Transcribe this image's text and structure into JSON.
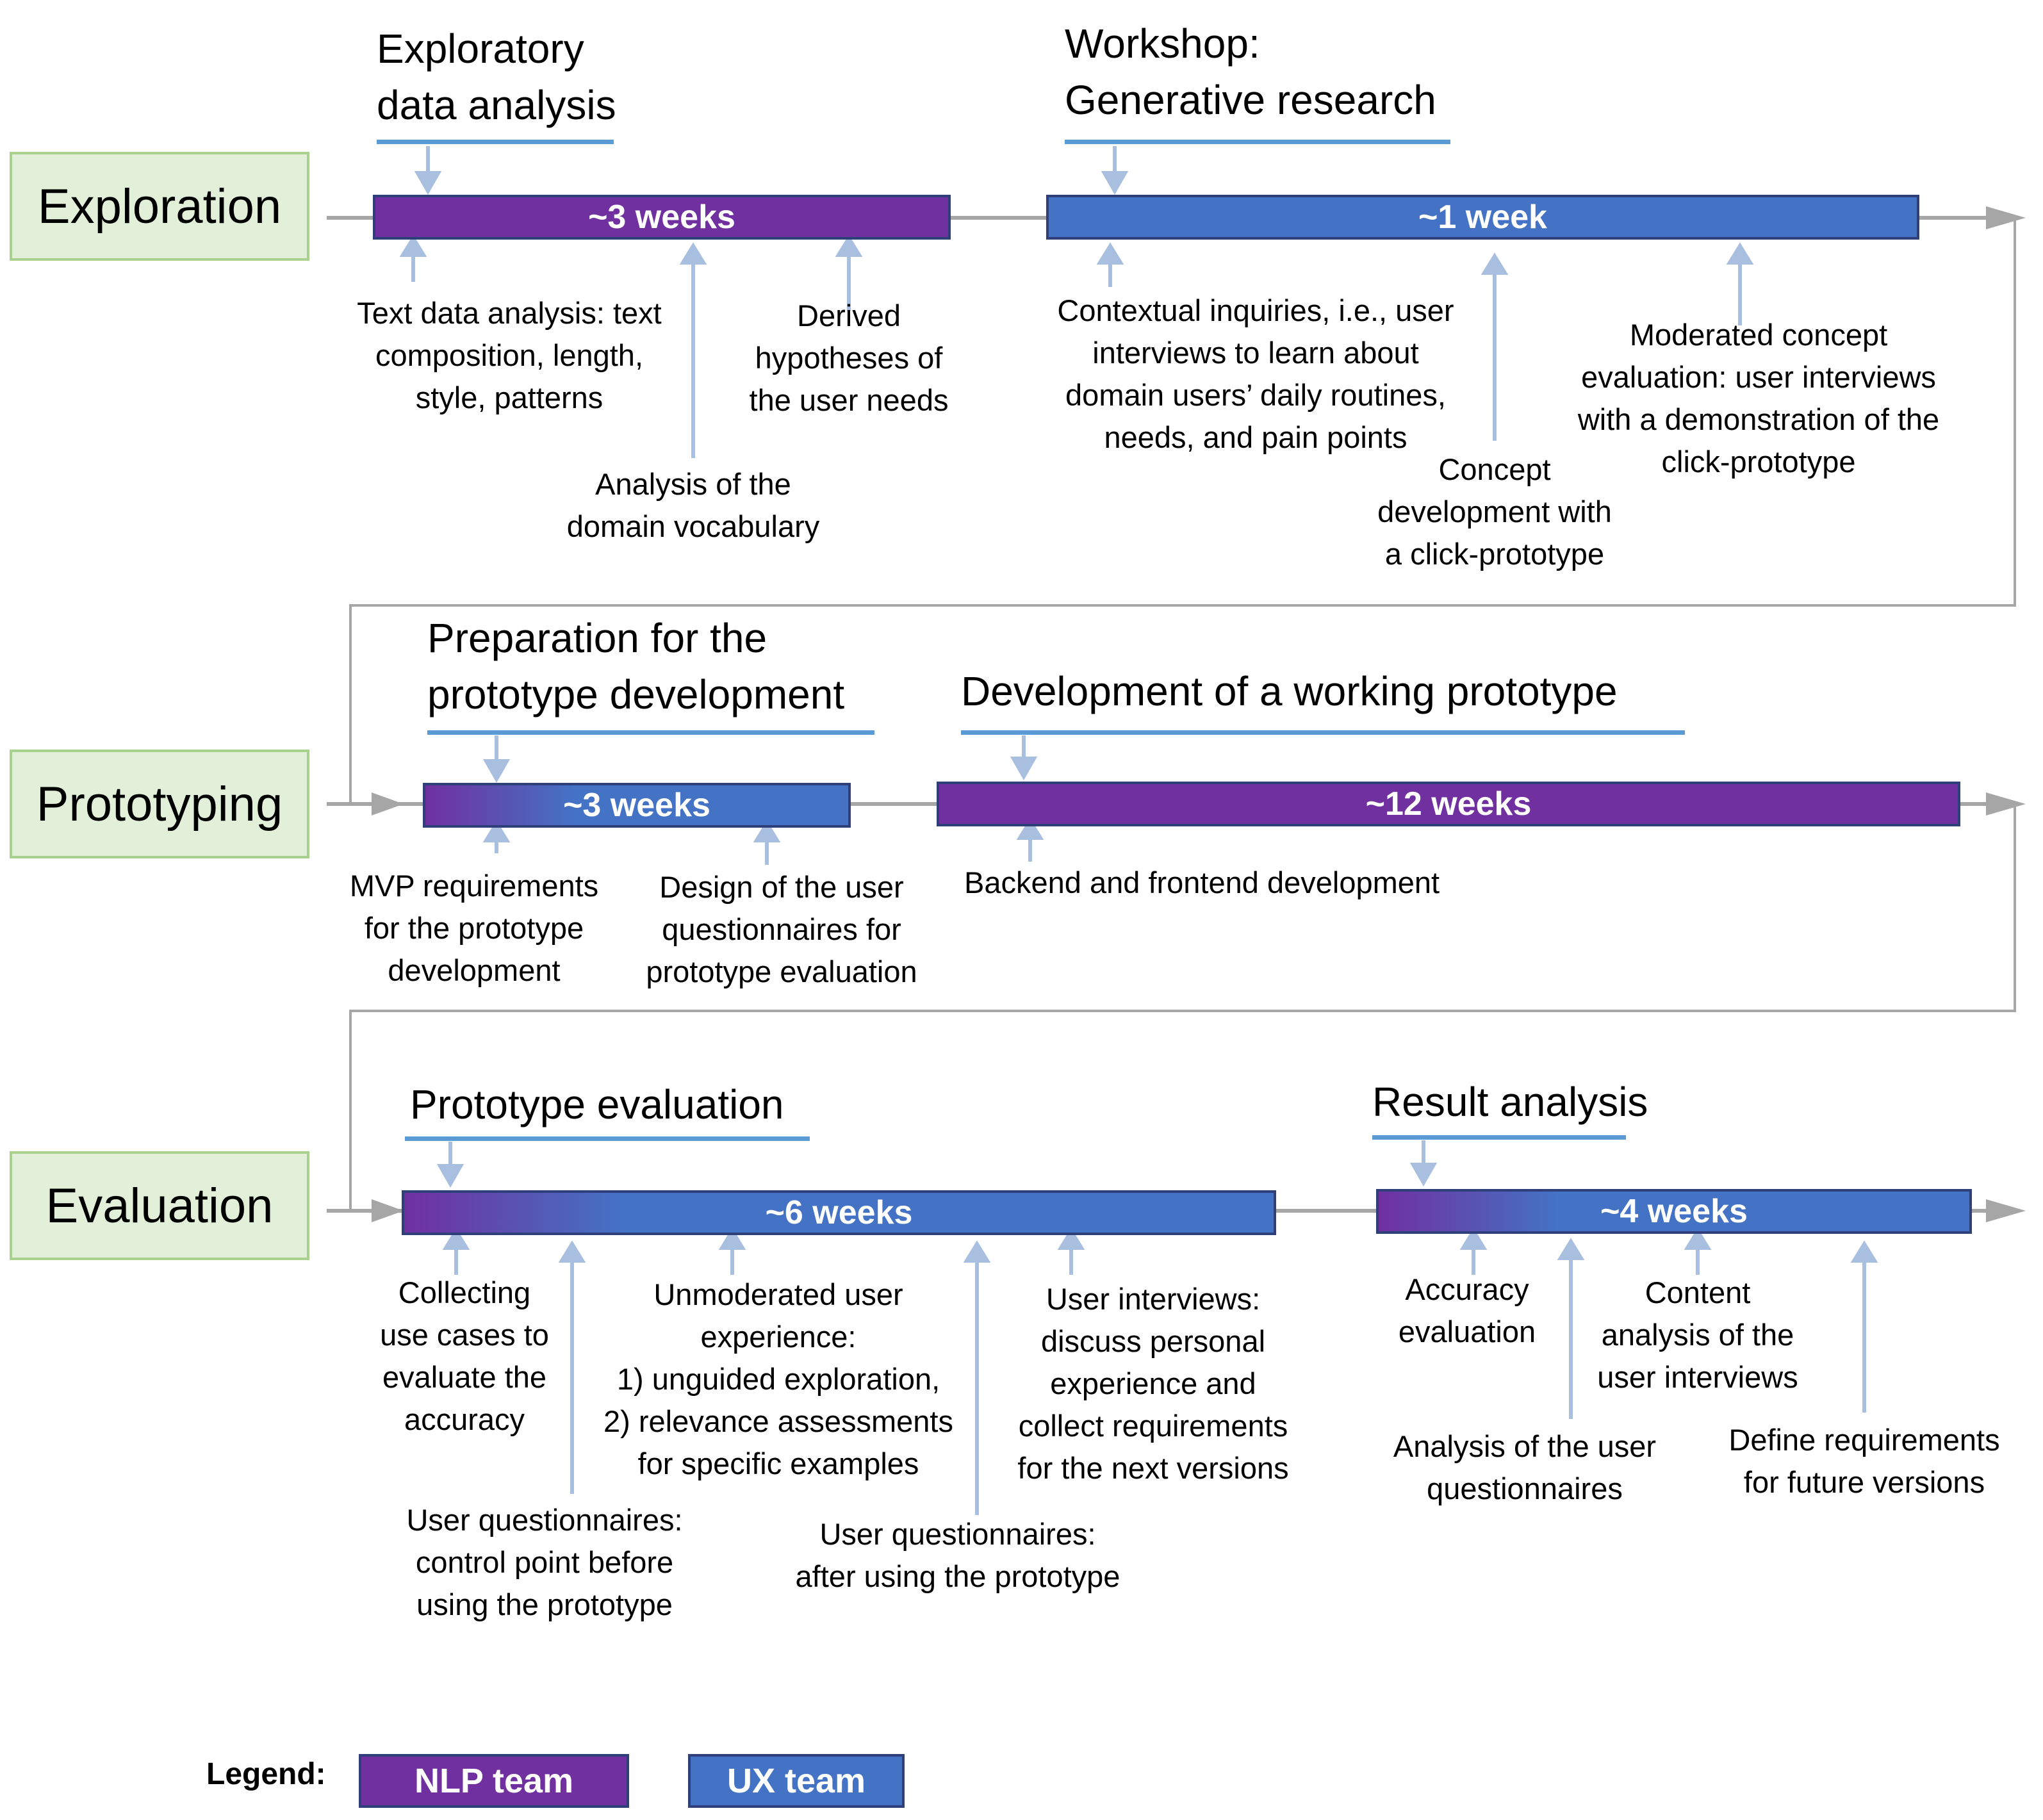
{
  "phases": {
    "exploration": "Exploration",
    "prototyping": "Prototyping",
    "evaluation": "Evaluation"
  },
  "headings": {
    "exploratory": "Exploratory\ndata analysis",
    "workshop": "Workshop:\nGenerative research",
    "preparation": "Preparation for the\nprototype development",
    "development": "Development of a working prototype",
    "prototype_eval": "Prototype evaluation",
    "result": "Result analysis"
  },
  "bars": {
    "exp_1": "~3 weeks",
    "exp_2": "~1 week",
    "proto_1": "~3 weeks",
    "proto_2": "~12 weeks",
    "eval_1": "~6 weeks",
    "eval_2": "~4 weeks"
  },
  "notes": {
    "text_analysis": "Text data analysis: text\ncomposition, length,\nstyle, patterns",
    "domain_vocab": "Analysis of the\ndomain vocabulary",
    "hypotheses": "Derived\nhypotheses of\nthe user needs",
    "contextual": "Contextual inquiries, i.e., user\ninterviews to learn about\ndomain users’ daily routines,\nneeds, and pain points",
    "concept_dev": "Concept\ndevelopment with\na click-prototype",
    "moderated": "Moderated concept\nevaluation: user interviews\nwith a demonstration of the\nclick-prototype",
    "mvp": "MVP requirements\nfor the prototype\ndevelopment",
    "design_q": "Design of the user\nquestionnaires for\nprototype evaluation",
    "backend": "Backend and frontend development",
    "collecting": "Collecting\nuse cases to\nevaluate the\naccuracy",
    "q_before": "User questionnaires:\ncontrol point before\nusing the prototype",
    "unmoderated": "Unmoderated user\nexperience:\n1) unguided exploration,\n2) relevance assessments\nfor specific examples",
    "q_after": "User questionnaires:\nafter using the prototype",
    "interviews": "User interviews:\ndiscuss personal\nexperience and\ncollect requirements\nfor the next versions",
    "accuracy": "Accuracy\nevaluation",
    "analysis_q": "Analysis of the user\nquestionnaires",
    "content": "Content\nanalysis of the\nuser interviews",
    "define": "Define requirements\nfor future versions"
  },
  "legend": {
    "label": "Legend:",
    "nlp": "NLP team",
    "ux": "UX team"
  },
  "colors": {
    "nlp_team": "#7030a0",
    "ux_team": "#4472c4",
    "phase_fill": "#e2efd9",
    "phase_border": "#a9d18e",
    "underline": "#5b9bd5",
    "pointer_arrow": "#a9bfe0",
    "timeline": "#a6a6a6"
  }
}
